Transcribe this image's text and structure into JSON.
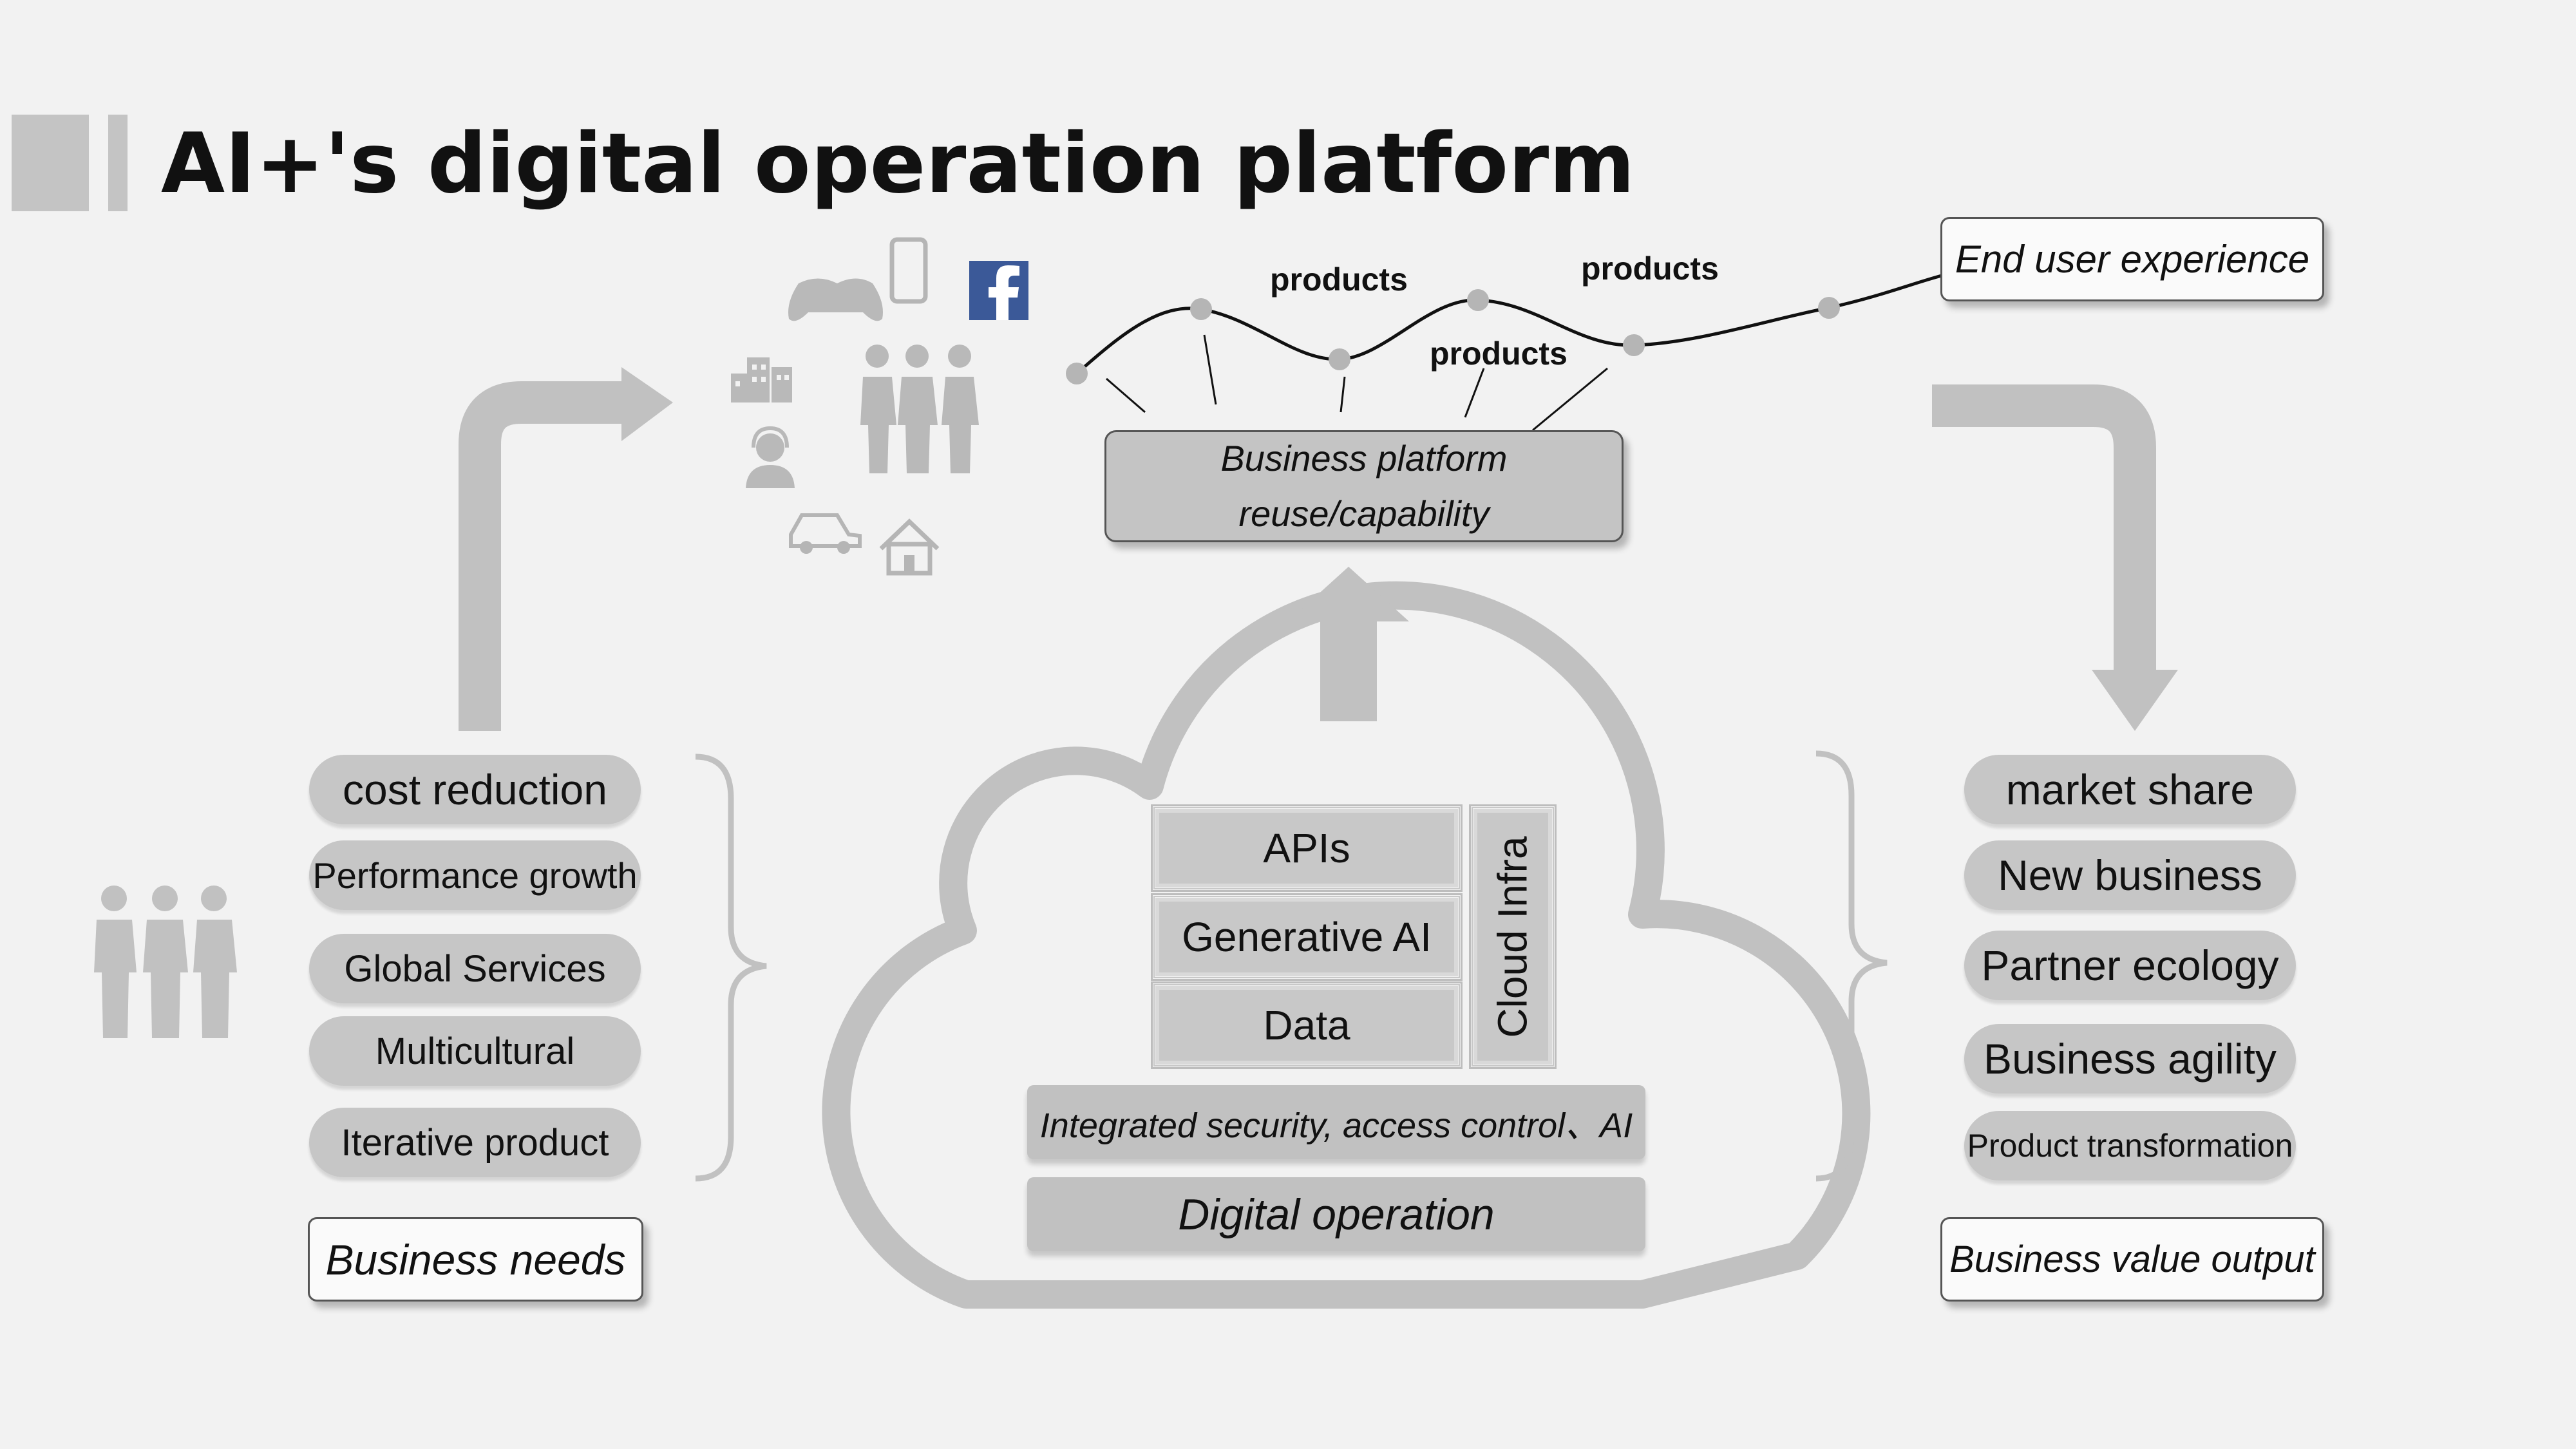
{
  "title": "AI+'s digital operation platform",
  "products": [
    "products",
    "products",
    "products"
  ],
  "end_user_box": "End user experience",
  "platform_box": {
    "line1": "Business platform",
    "line2": "reuse/capability"
  },
  "left_needs": [
    "cost reduction",
    "Performance growth",
    "Global Services",
    "Multicultural",
    "Iterative product"
  ],
  "left_caption": "Business needs",
  "right_values": [
    "market share",
    "New business",
    "Partner ecology",
    "Business agility",
    "Product transformation"
  ],
  "right_caption": "Business value output",
  "stack": {
    "apis": "APIs",
    "gen_ai": "Generative AI",
    "data": "Data",
    "infra": "Cloud Infra"
  },
  "security_bar": "Integrated security, access control、AI",
  "digital_bar": "Digital operation",
  "icons": [
    "gamepad-icon",
    "smartphone-icon",
    "facebook-icon",
    "buildings-icon",
    "people-group-icon",
    "support-agent-icon",
    "car-icon",
    "house-icon",
    "people-group-left-icon"
  ],
  "colors": {
    "arrow_gray": "#c1c1c1",
    "facebook_blue": "#3b5998",
    "background": "#f2f2f2"
  }
}
